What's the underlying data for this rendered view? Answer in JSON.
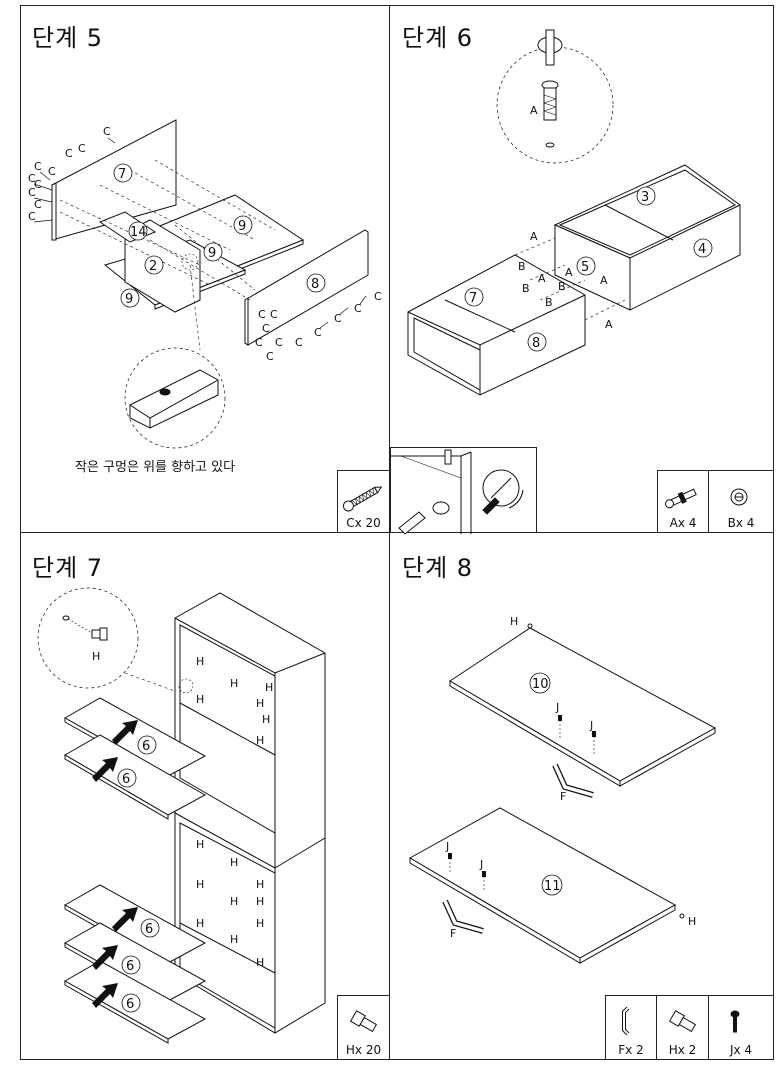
{
  "steps": [
    {
      "title": "단계 5",
      "note": "작은 구멍은 위를 향하고 있다",
      "callouts": {
        "c": "C",
        "panel_7": "7",
        "panel_14": "14",
        "panel_9a": "9",
        "panel_9b": "9",
        "panel_9c": "9",
        "panel_2": "2",
        "panel_8": "8"
      },
      "parts": [
        {
          "label": "Cx 20",
          "icon": "screw-icon"
        }
      ]
    },
    {
      "title": "단계 6",
      "callouts": {
        "a": "A",
        "b": "B",
        "panel_3": "3",
        "panel_4": "4",
        "panel_5": "5",
        "panel_7": "7",
        "panel_8": "8"
      },
      "parts": [
        {
          "label": "Ax 4",
          "icon": "dowel-pin-icon"
        },
        {
          "label": "Bx 4",
          "icon": "cam-lock-icon"
        }
      ]
    },
    {
      "title": "단계 7",
      "callouts": {
        "h": "H",
        "panel_6": "6"
      },
      "parts": [
        {
          "label": "Hx 20",
          "icon": "shelf-pin-icon"
        }
      ]
    },
    {
      "title": "단계 8",
      "callouts": {
        "h": "H",
        "j": "J",
        "f": "F",
        "panel_10": "10",
        "panel_11": "11"
      },
      "parts": [
        {
          "label": "Fx 2",
          "icon": "handle-icon"
        },
        {
          "label": "Hx 2",
          "icon": "shelf-pin-icon"
        },
        {
          "label": "Jx 4",
          "icon": "handle-screw-icon"
        }
      ]
    }
  ]
}
